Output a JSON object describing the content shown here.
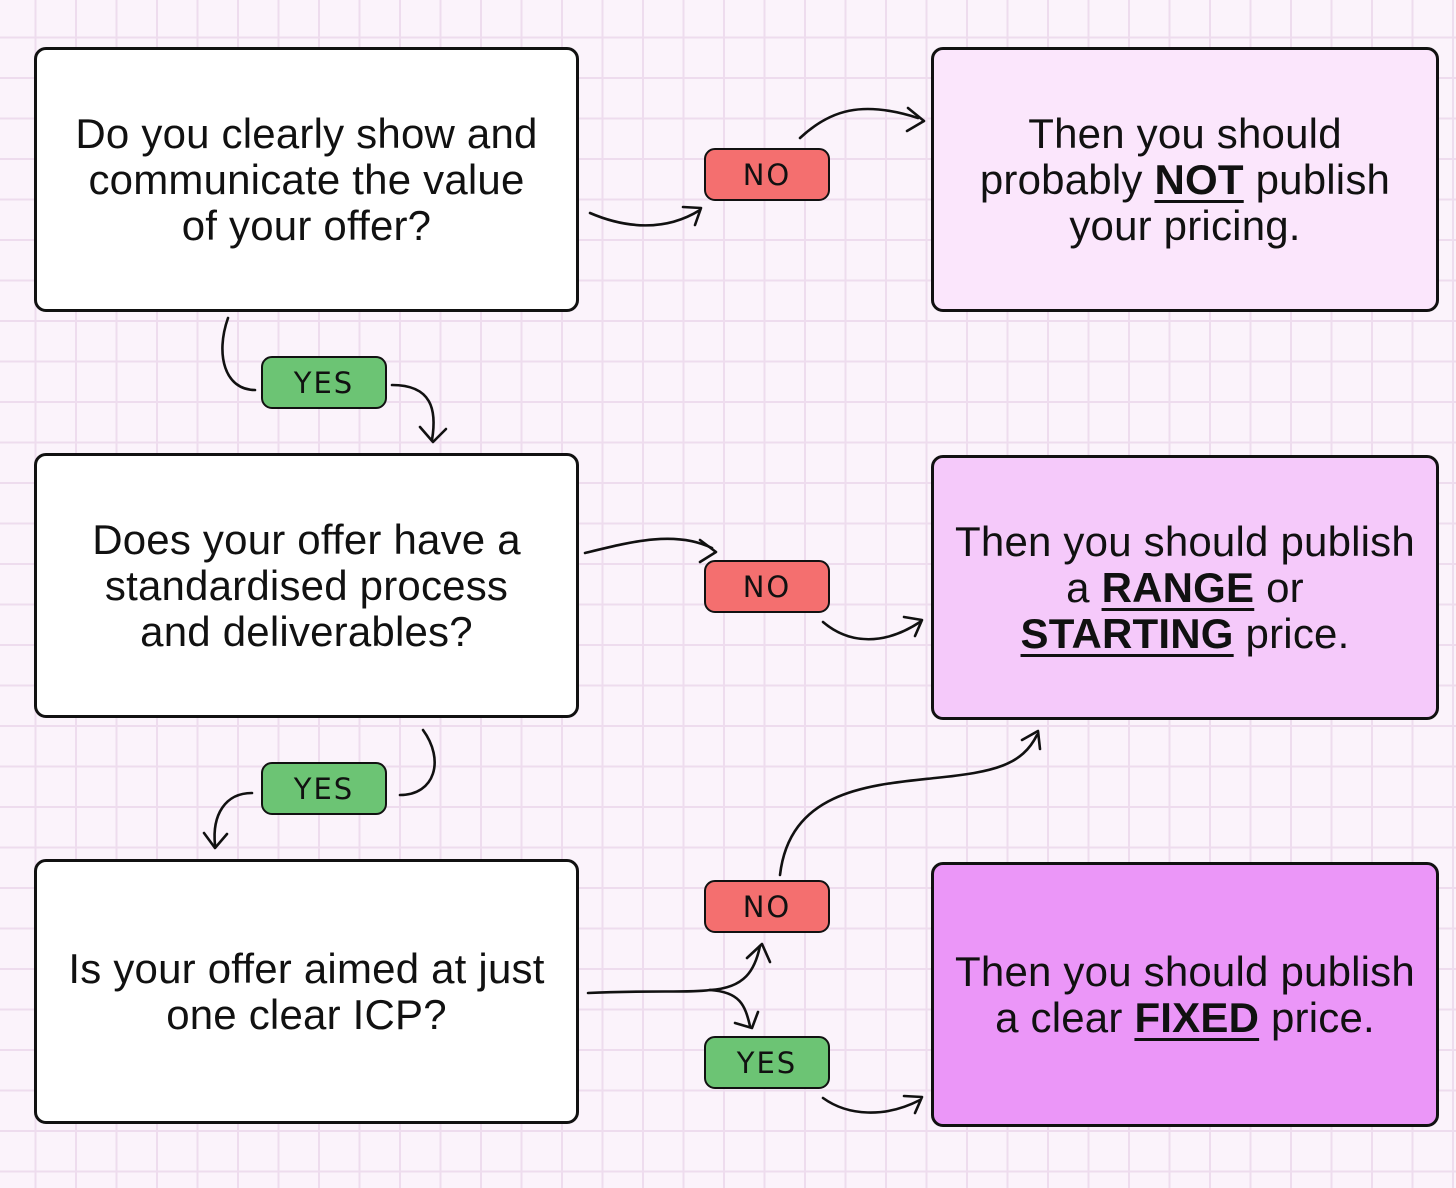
{
  "questions": [
    {
      "text": "Do you clearly show and communicate the value of your offer?"
    },
    {
      "text": "Does your offer have a standardised process and deliverables?"
    },
    {
      "text": "Is your offer aimed at just one clear ICP?"
    }
  ],
  "results": [
    {
      "before": "Then you should probably ",
      "em1": "NOT",
      "mid": " publish your pricing.",
      "em2": "",
      "after": ""
    },
    {
      "before": "Then you should publish a ",
      "em1": "RANGE",
      "mid": " or ",
      "em2": "STARTING",
      "after": " price."
    },
    {
      "before": "Then you should publish a clear ",
      "em1": "FIXED",
      "mid": " price.",
      "em2": "",
      "after": ""
    }
  ],
  "labels": {
    "no": "NO",
    "yes": "YES"
  },
  "colors": {
    "background": "#fbf3fb",
    "grid": "#eedcee",
    "no_pill": "#f46f6f",
    "yes_pill": "#6cc474",
    "result_1": "#fbe6fc",
    "result_2": "#f5c9fa",
    "result_3": "#eb96f8"
  }
}
